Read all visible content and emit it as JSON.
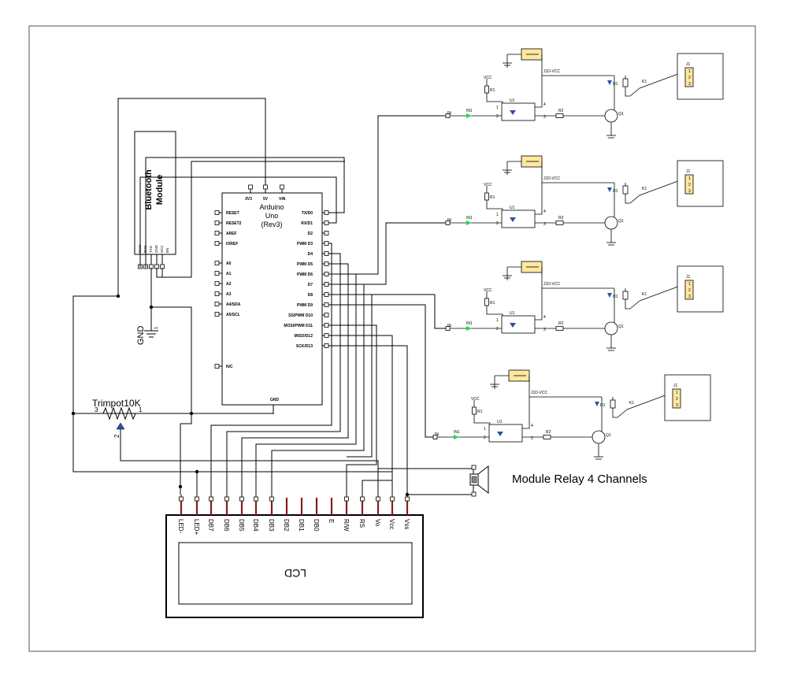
{
  "bluetooth": {
    "title": "Bluetooth Module",
    "title_line1": "Bluetooth",
    "title_line2": "Module",
    "pins": [
      "State",
      "RXD",
      "TXD",
      "GND",
      "VCC",
      "EN"
    ]
  },
  "arduino": {
    "title_line1": "Arduino",
    "title_line2": "Uno",
    "title_line3": "(Rev3)",
    "top_pins": [
      "3V3",
      "5V",
      "VIN"
    ],
    "left_pins": [
      "RESET",
      "RESET2",
      "AREF",
      "IOREF",
      "A0",
      "A1",
      "A2",
      "A3",
      "A4/SDA",
      "A5/SCL",
      "N/C"
    ],
    "right_pins": [
      "TX/D0",
      "RX/D1",
      "D2",
      "PWM D3",
      "D4",
      "PWM D5",
      "PWM D6",
      "D7",
      "D8",
      "PWM D9",
      "SS/PWM D10",
      "MOSI/PWM D11",
      "MISO/D12",
      "SCK/D13"
    ],
    "bottom_pin": "GND"
  },
  "gnd_label": "GND",
  "gnd_pin": "1",
  "trimpot": {
    "label": "Trimpot10K",
    "pin1": "1",
    "pin2": "2",
    "pin3": "3"
  },
  "relay_module_label": "Module Relay 4 Channels",
  "relay_channel": {
    "vcc": "VCC",
    "j1_vcc": "J1D-VCC",
    "r1": "R1",
    "r2": "R2",
    "u1": "U1",
    "q1": "Q1",
    "d1": "D1",
    "k1": "K1",
    "j1": "J1",
    "in1": "IN1",
    "in": "IN",
    "pin1": "1",
    "pin2": "2",
    "pin3": "3",
    "pin4": "4",
    "terminals": [
      "1",
      "2",
      "3"
    ]
  },
  "lcd": {
    "label": "LCD",
    "pins": [
      "LED-",
      "LED+",
      "DB7",
      "DB6",
      "DB5",
      "DB4",
      "DB3",
      "DB2",
      "DB1",
      "DB0",
      "E",
      "R/W",
      "RS",
      "Vo",
      "Vcc",
      "Vss"
    ]
  }
}
